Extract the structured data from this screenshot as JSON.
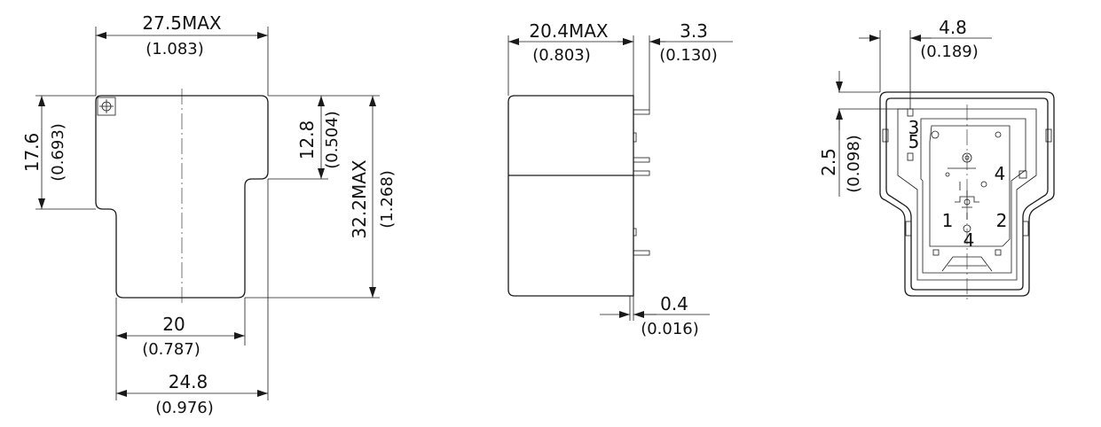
{
  "dimensions": {
    "front_width_mm": "27.5MAX",
    "front_width_in": "(1.083)",
    "front_left_height_mm": "17.6",
    "front_left_height_in": "(0.693)",
    "front_step_mm": "12.8",
    "front_step_in": "(0.504)",
    "front_total_height_mm": "32.2MAX",
    "front_total_height_in": "(1.268)",
    "front_lower_width_mm": "20",
    "front_lower_width_in": "(0.787)",
    "front_outer_width_mm": "24.8",
    "front_outer_width_in": "(0.976)",
    "side_depth_mm": "20.4MAX",
    "side_depth_in": "(0.803)",
    "pin_length_mm": "3.3",
    "pin_length_in": "(0.130)",
    "pin_thickness_mm": "0.4",
    "pin_thickness_in": "(0.016)",
    "bottom_offset_mm": "4.8",
    "bottom_offset_in": "(0.189)",
    "bottom_pitch_mm": "2.5",
    "bottom_pitch_in": "(0.098)"
  },
  "pins": {
    "pin1": "1",
    "pin2": "2",
    "pin3": "3",
    "pin4a": "4",
    "pin4b": "4",
    "pin5": "5"
  }
}
